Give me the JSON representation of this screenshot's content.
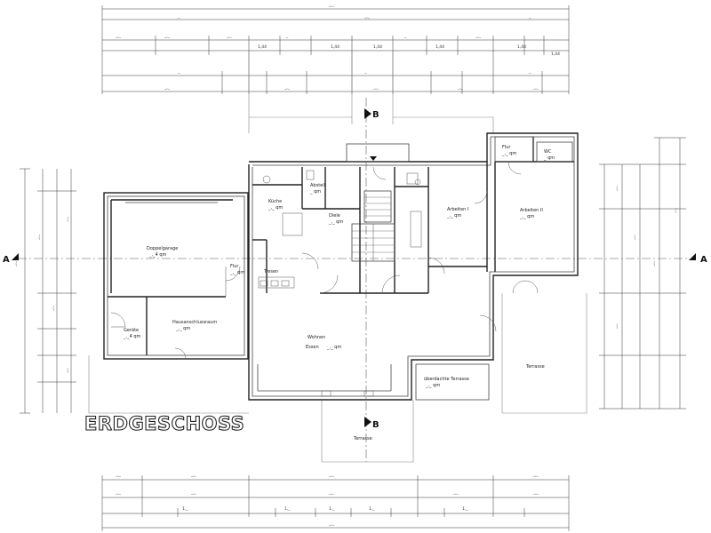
{
  "drawing": {
    "title": "ERDGESCHOSS",
    "section_a": "A",
    "section_b": "B"
  },
  "rooms": {
    "doppelgarage": {
      "name": "Doppelgarage",
      "area": "_,_4 qm"
    },
    "geraete": {
      "name": "Geräte",
      "area": "_,_4 qm"
    },
    "hausanschluss": {
      "name": "Hausanschlussraum",
      "area": "_,_ qm"
    },
    "flur_west": {
      "name": "Flur",
      "area": "_,_ qm"
    },
    "kueche": {
      "name": "Küche",
      "area": "_,_ qm"
    },
    "tresen": {
      "name": "Tresen"
    },
    "wc_abstell": {
      "name": "Abstell",
      "area": "_ qm"
    },
    "diele": {
      "name": "Diele",
      "area": "_,_ qm"
    },
    "wohnen": {
      "name": "Wohnen",
      "line2": "Essen",
      "area": "_,_ qm"
    },
    "arbeiten1": {
      "name": "Arbeiten I",
      "area": "_,_ qm"
    },
    "arbeiten2": {
      "name": "Arbeiten II",
      "area": "_,_ qm"
    },
    "flur_ost": {
      "name": "Flur",
      "area": "_,_ qm"
    },
    "wc_ost": {
      "name": "WC",
      "area": "_ qm"
    },
    "ueberdachte_terrasse": {
      "name": "überdachte Terrasse",
      "area": "_,_ qm"
    },
    "terrasse_ost": {
      "name": "Terrasse"
    },
    "terrasse_sued": {
      "name": "Terrasse"
    }
  },
  "dimensions_top": {
    "row1": [
      "_,_"
    ],
    "row2": [
      "_",
      "_,_",
      "_,_",
      "_,_",
      "_",
      "_,_",
      "_",
      "_",
      "_,_",
      "_,_",
      "_",
      "_,_"
    ],
    "row3": [
      "1,44",
      "1,44",
      "1,44",
      "1,44",
      "1,44",
      "1,44",
      "1,44",
      "1,44"
    ],
    "row4": [
      "_",
      "_",
      "_",
      "_",
      "_",
      "_",
      "_",
      "_"
    ],
    "row5": [
      "_,_",
      "_,_",
      "_,_",
      "_,_",
      "_,_",
      "_,_",
      "_,_",
      "_,_"
    ]
  },
  "dimensions_bottom": {
    "row1": [
      "_,_",
      "_,_",
      "_,_",
      "_,_",
      "_,_",
      "_,_"
    ],
    "row2": [
      "_,_",
      "_,_",
      "_,_",
      "_,_",
      "_,_",
      "_,_"
    ],
    "row3": [
      "1,_",
      "1,_",
      "1,_",
      "1,_",
      "1,_",
      "1,_",
      "1,_"
    ],
    "row4": [
      "_,_"
    ]
  },
  "dimensions_left": [
    "_,_",
    "_,_",
    "_,_",
    "_,_",
    "_,_"
  ],
  "dimensions_right": [
    "_,_",
    "_,_",
    "_,_",
    "_,_",
    "_,_"
  ]
}
